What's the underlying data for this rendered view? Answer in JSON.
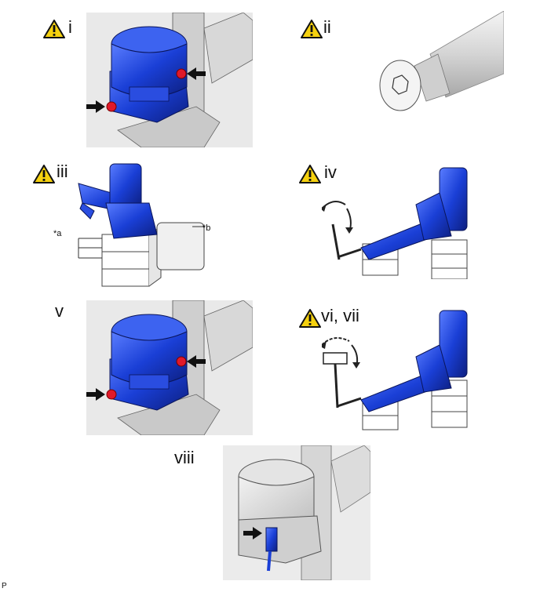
{
  "steps": [
    {
      "label": "i",
      "warning": true
    },
    {
      "label": "ii",
      "warning": true
    },
    {
      "label": "iii",
      "warning": true
    },
    {
      "label": "iv",
      "warning": true
    },
    {
      "label": "v",
      "warning": false
    },
    {
      "label": "vi, vii",
      "warning": true
    },
    {
      "label": "viii",
      "warning": false
    }
  ],
  "callouts": {
    "a": "*a",
    "b": "*b"
  },
  "corner_mark": "P",
  "colors": {
    "part_blue": "#1a3fd6",
    "bolt_red": "#e0192a",
    "warning_yellow": "#f5d10f",
    "gray_bg": "#e6e6e6"
  },
  "icons": [
    "warning-triangle-icon",
    "arrow-right-icon",
    "arrow-left-icon",
    "rotate-arrow-icon"
  ]
}
